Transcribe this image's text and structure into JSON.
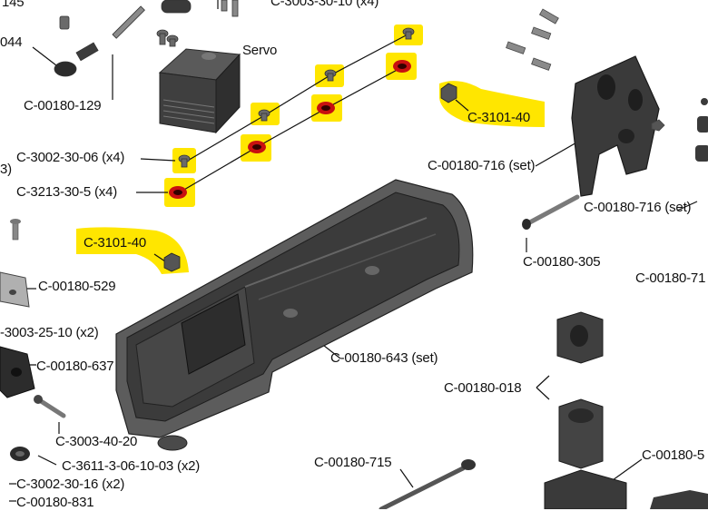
{
  "diagram": {
    "highlight_color": "#ffe600",
    "part_color": "#3d3d3d",
    "labels": {
      "top_left": "145",
      "top_center": "C-3003-30-10 (x4)",
      "left_044": "044",
      "servo": "Servo",
      "c00180_129": "C-00180-129",
      "c3002_30_06": "C-3002-30-06 (x4)",
      "c3213_30_5": "C-3213-30-5 (x4)",
      "c3101_40_right": "C-3101-40",
      "c3101_40_left": "C-3101-40",
      "c00180_716_a": "C-00180-716 (set)",
      "c00180_716_b": "C-00180-716 (set)",
      "c00180_305": "C-00180-305",
      "c00180_71": "C-00180-71",
      "c00180_529": "C-00180-529",
      "c3003_25_10": "-3003-25-10 (x2)",
      "c00180_637": "C-00180-637",
      "c00180_643": "C-00180-643 (set)",
      "c00180_018": "C-00180-018",
      "c3003_40_20": "C-3003-40-20",
      "c3611": "C-3611-3-06-10-03 (x2)",
      "c3002_30_16": "C-3002-30-16 (x2)",
      "c00180_831": "C-00180-831",
      "c00180_715": "C-00180-715",
      "c00180_5": "C-00180-5",
      "paren_3": "3)"
    }
  }
}
